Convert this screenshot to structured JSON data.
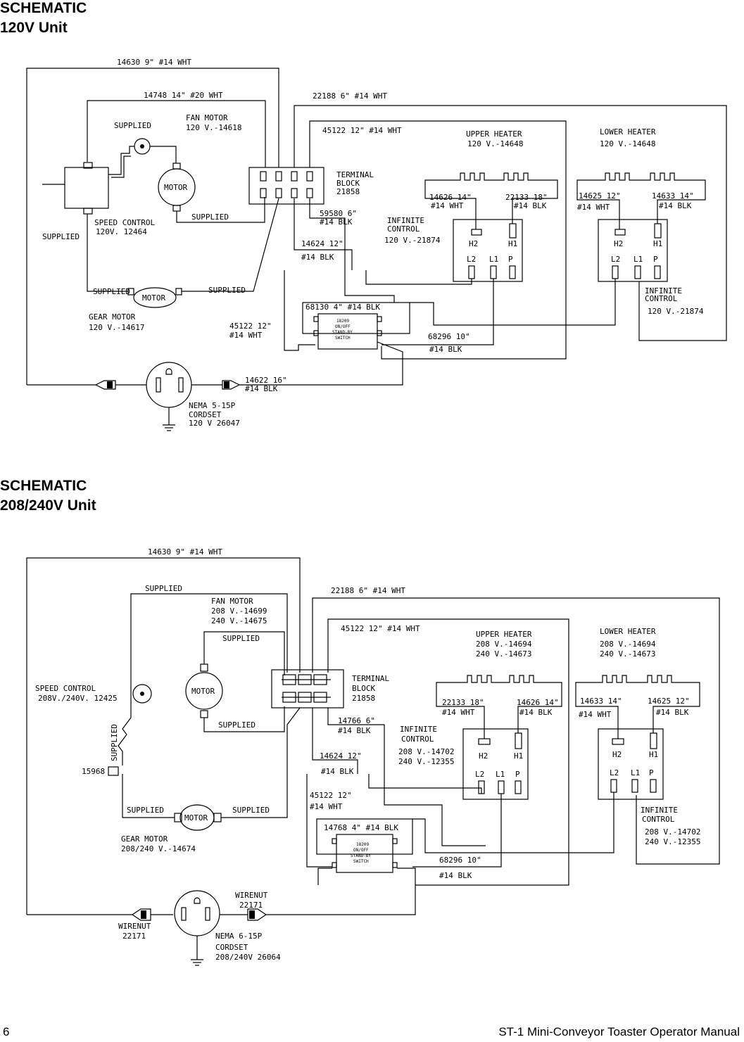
{
  "page_number": "6",
  "footer_title": "ST-1 Mini-Conveyor Toaster Operator Manual",
  "section1": {
    "heading": "SCHEMATIC",
    "subheading": "120V Unit",
    "labels": {
      "wire_14630": "14630 9\" #14 WHT",
      "wire_14748": "14748 14\" #20 WHT",
      "wire_22188": "22188 6\" #14 WHT",
      "wire_45122a": "45122 12\" #14 WHT",
      "fan_motor_1": "FAN MOTOR",
      "fan_motor_2": "120 V.-14618",
      "supplied_top": "SUPPLIED",
      "supplied_left": "SUPPLIED",
      "supplied_fan": "SUPPLIED",
      "supplied_gear_l": "SUPPLIED",
      "supplied_gear_r": "SUPPLIED",
      "motor": "MOTOR",
      "motor_gear": "MOTOR",
      "speed_1": "SPEED CONTROL",
      "speed_2": "120V. 12464",
      "term_1": "TERMINAL",
      "term_2": "BLOCK",
      "term_3": "21858",
      "upper_1": "UPPER HEATER",
      "upper_2": "120 V.-14648",
      "lower_1": "LOWER HEATER",
      "lower_2": "120 V.-14648",
      "w14626": "14626 14\"",
      "w14626b": "#14 WHT",
      "w22133": "22133 18\"",
      "w22133b": "#14 BLK",
      "w14625": "14625 12\"",
      "w14625b": "#14 WHT",
      "w14633": "14633 14\"",
      "w14633b": "#14 BLK",
      "w59580": "59580 6\"",
      "w59580b": "#14 BLK",
      "inf_1": "INFINITE",
      "inf_2": "CONTROL",
      "inf_3": "120 V.-21874",
      "inf2_1": "INFINITE",
      "inf2_2": "CONTROL",
      "inf2_3": "120 V.-21874",
      "w14624": "14624 12\"",
      "w14624b": "#14 BLK",
      "w68130": "68130 4\" #14 BLK",
      "sw_1": "18209",
      "sw_2": "ON/OFF",
      "sw_3": "STAND-BY",
      "sw_4": "SWITCH",
      "w45122b": "45122 12\"",
      "w45122bb": "#14 WHT",
      "w68296": "68296 10\"",
      "w68296b": "#14 BLK",
      "gear_1": "GEAR MOTOR",
      "gear_2": "120 V.-14617",
      "w14622": "14622 16\"",
      "w14622b": "#14 BLK",
      "nema_1": "NEMA 5-15P",
      "nema_2": "CORDSET",
      "nema_3": "120 V 26047",
      "h2": "H2",
      "h1": "H1",
      "l2": "L2",
      "l1": "L1",
      "p": "P",
      "h2b": "H2",
      "h1b": "H1",
      "l2b": "L2",
      "l1b": "L1",
      "pb": "P"
    }
  },
  "section2": {
    "heading": "SCHEMATIC",
    "subheading": "208/240V Unit",
    "labels": {
      "wire_14630": "14630 9\" #14 WHT",
      "wire_22188": "22188 6\" #14 WHT",
      "supplied_top": "SUPPLIED",
      "fan_1": "FAN MOTOR",
      "fan_2": "208 V.-14699",
      "fan_3": "240 V.-14675",
      "supplied_fan_t": "SUPPLIED",
      "supplied_fan_b": "SUPPLIED",
      "motor": "MOTOR",
      "motor_gear": "MOTOR",
      "speed_1": "SPEED CONTROL",
      "speed_2": "208V./240V. 12425",
      "supplied_vert": "SUPPLIED",
      "n15968": "15968",
      "supplied_gear_l": "SUPPLIED",
      "supplied_gear_r": "SUPPLIED",
      "gear_1": "GEAR MOTOR",
      "gear_2": "208/240 V.-14674",
      "term_1": "TERMINAL",
      "term_2": "BLOCK",
      "term_3": "21858",
      "w45122": "45122 12\" #14 WHT",
      "upper_1": "UPPER HEATER",
      "upper_2": "208 V.-14694",
      "upper_3": "240 V.-14673",
      "lower_1": "LOWER HEATER",
      "lower_2": "208 V.-14694",
      "lower_3": "240 V.-14673",
      "w22133": "22133 18\"",
      "w22133b": "#14 WHT",
      "w14626": "14626 14\"",
      "w14626b": "#14 BLK",
      "w14633": "14633 14\"",
      "w14633b": "#14 WHT",
      "w14625": "14625 12\"",
      "w14625b": "#14 BLK",
      "w14766": "14766 6\"",
      "w14766b": "#14 BLK",
      "inf_1": "INFINITE",
      "inf_2": "CONTROL",
      "inf_3": "208 V.-14702",
      "inf_4": "240 V.-12355",
      "inf2_1": "INFINITE",
      "inf2_2": "CONTROL",
      "inf2_3": "208 V.-14702",
      "inf2_4": "240 V.-12355",
      "w14624": "14624 12\"",
      "w14624b": "#14 BLK",
      "w45122b": "45122 12\"",
      "w45122bb": "#14 WHT",
      "w14768": "14768 4\" #14 BLK",
      "sw_1": "18209",
      "sw_2": "ON/OFF",
      "sw_3": "STAND-BY",
      "sw_4": "SWITCH",
      "w68296": "68296 10\"",
      "w68296b": "#14 BLK",
      "wirenut_r1": "WIRENUT",
      "wirenut_r2": "22171",
      "wirenut_l1": "WIRENUT",
      "wirenut_l2": "22171",
      "nema_1": "NEMA 6-15P",
      "nema_2": "CORDSET",
      "nema_3": "208/240V 26064",
      "h2": "H2",
      "h1": "H1",
      "l2": "L2",
      "l1": "L1",
      "p": "P",
      "h2b": "H2",
      "h1b": "H1",
      "l2b": "L2",
      "l1b": "L1",
      "pb": "P"
    }
  }
}
